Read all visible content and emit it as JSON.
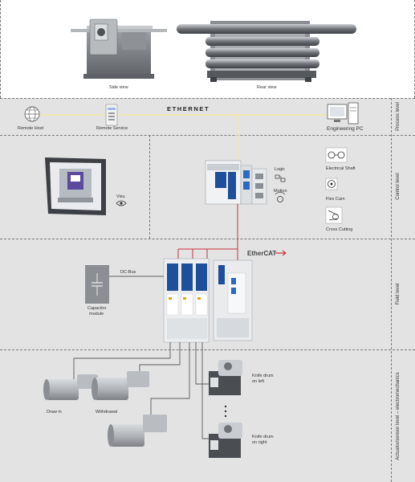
{
  "machine": {
    "side_view_label": "Side view",
    "rear_view_label": "Rear view"
  },
  "levels": {
    "process": "Process level",
    "control": "Control level",
    "field": "Field level",
    "actuator": "Actuator/sensor level – electromechanics"
  },
  "network": {
    "ethernet_label": "ETHERNET",
    "remote_host": "Remote Host",
    "remote_service": "Remote Service",
    "engineering_pc": "Engineering PC"
  },
  "control": {
    "visu": "Visu",
    "logic": "Logic",
    "motion": "Motion",
    "electrical_shaft": "Electrical Shaft",
    "flex_cam": "Flex Cam",
    "cross_cutting": "Cross Cutting"
  },
  "field": {
    "ethercat_label": "EtherCAT",
    "dc_bus": "DC-Bus",
    "capacitor_module": [
      "Capacitor",
      "module"
    ]
  },
  "actuators": {
    "draw_in": "Draw in",
    "withdrawal": "Withdrawal",
    "knife_left": [
      "Knife drum",
      "on left"
    ],
    "knife_right": [
      "Knife drum",
      "on right"
    ]
  },
  "colors": {
    "band_gray": "#e3e3e3",
    "ethernet_line": "#f2e7a4",
    "ethercat_line": "#c8323c",
    "drive_blue": "#1f4f9a"
  }
}
